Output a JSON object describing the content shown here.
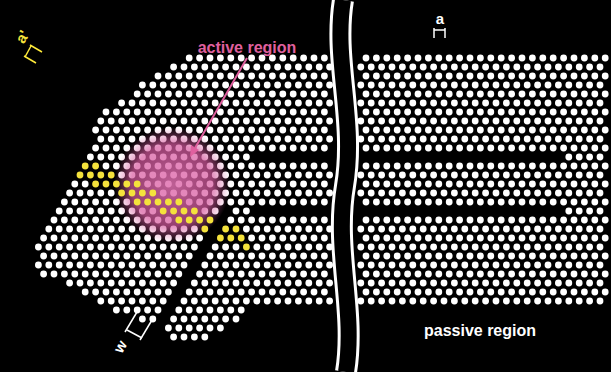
{
  "diagram": {
    "labels": [
      "active region",
      "a",
      "a'",
      "w",
      "passive region"
    ]
  }
}
